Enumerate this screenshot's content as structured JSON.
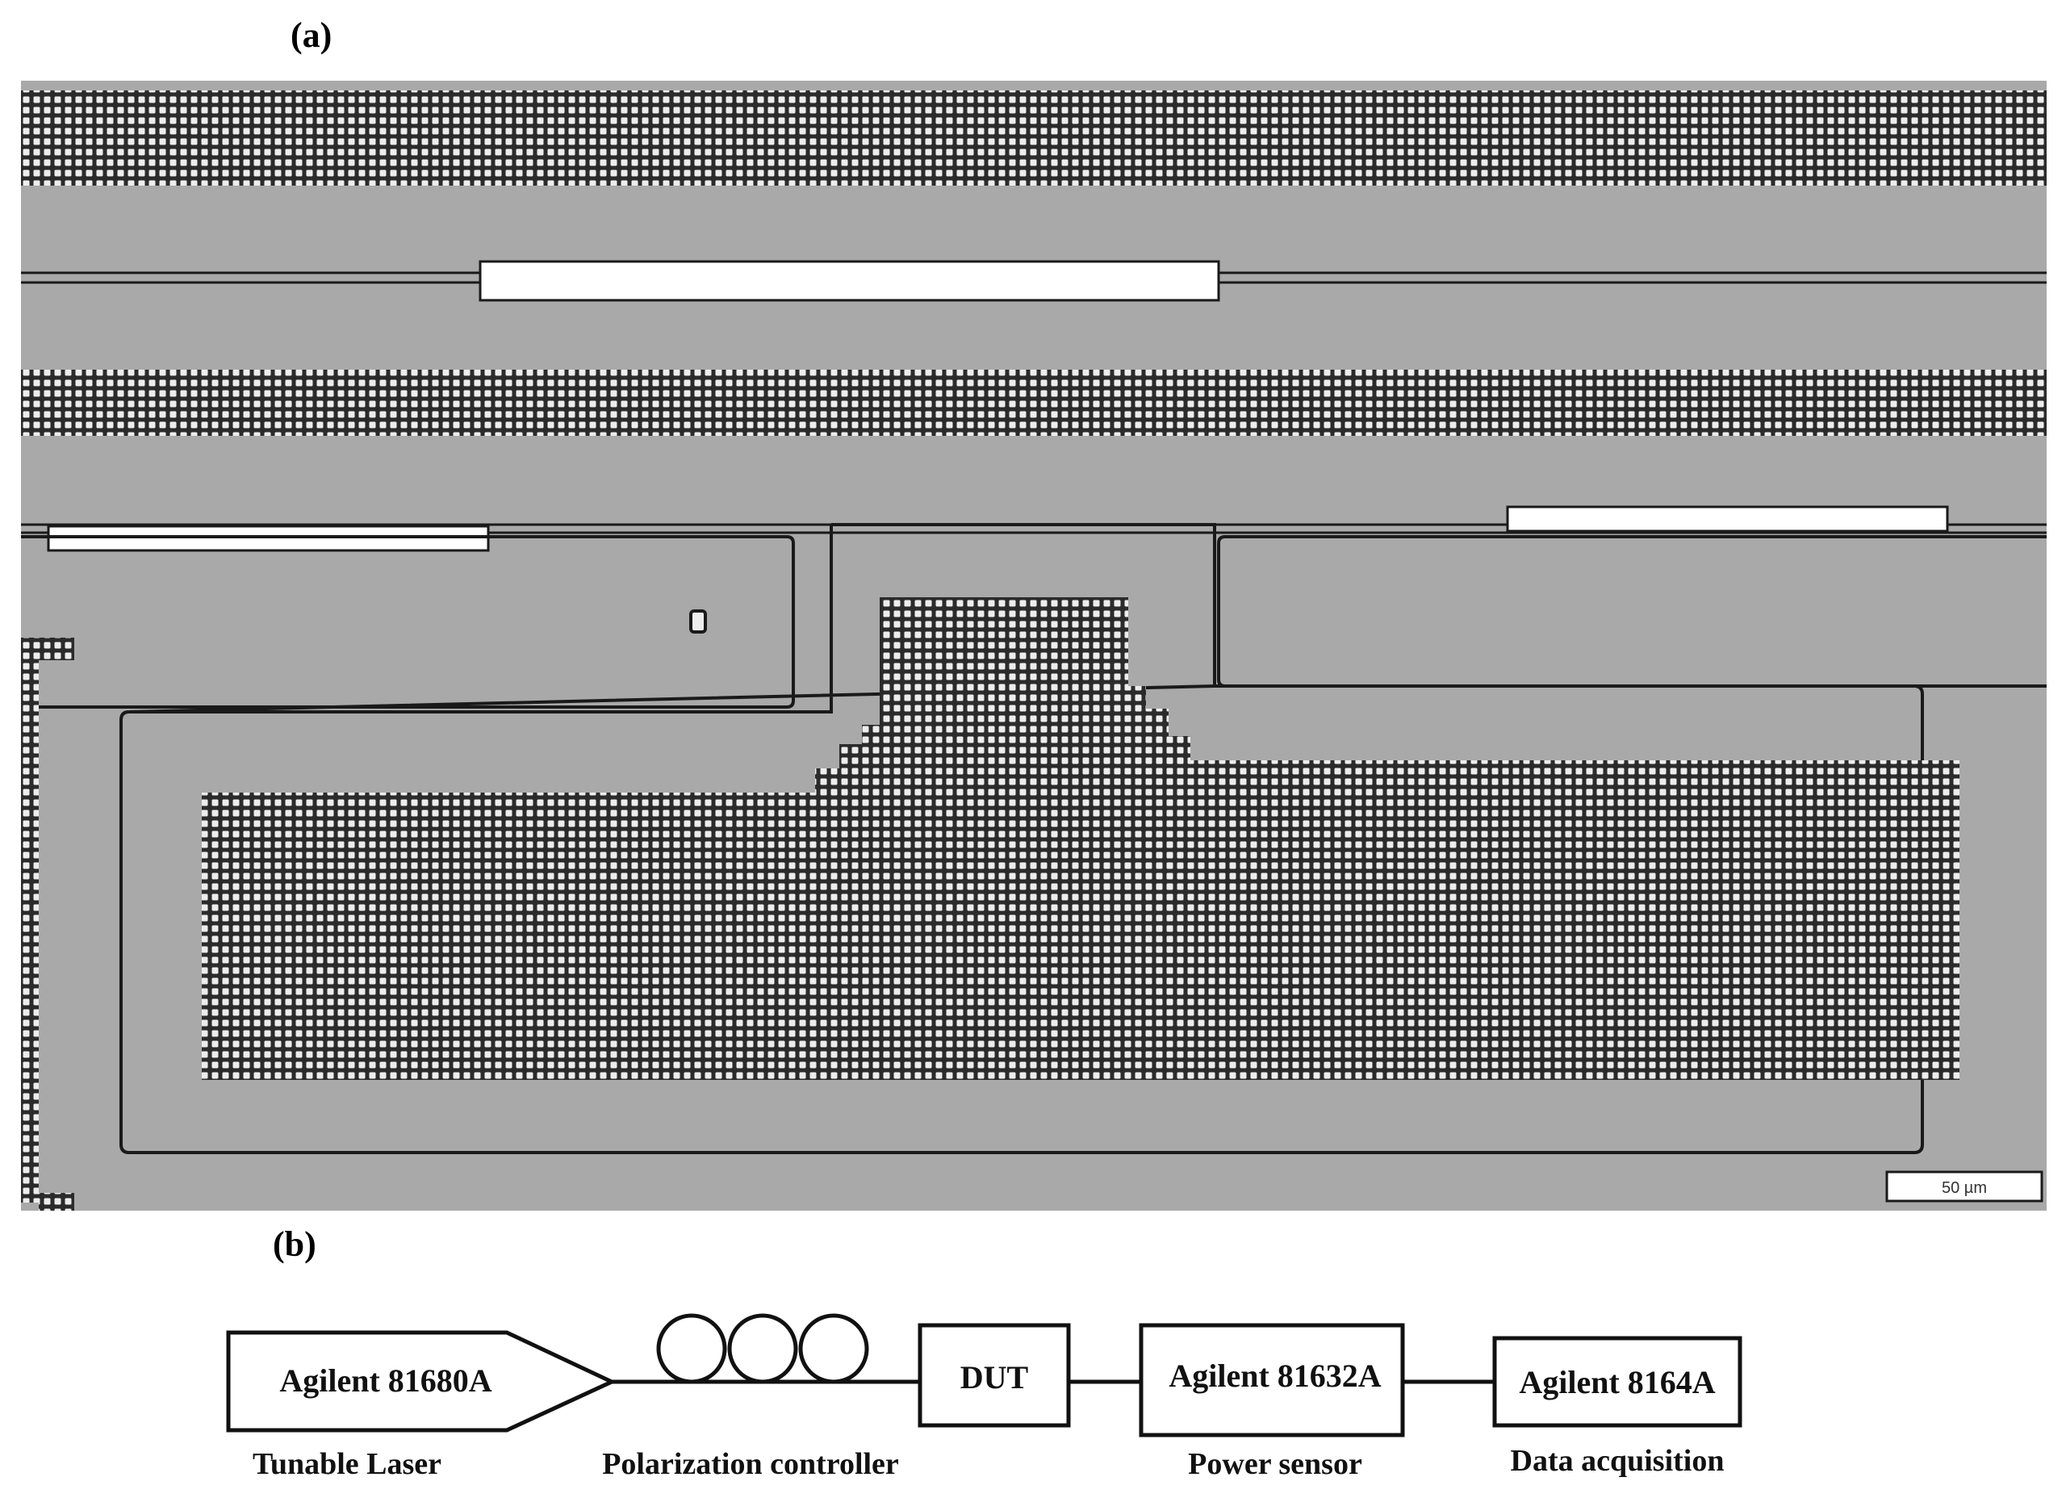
{
  "panel_a": {
    "label": "(a)",
    "scale_bar": "50 µm"
  },
  "panel_b": {
    "label": "(b)",
    "blocks": [
      {
        "id": "laser",
        "text": "Agilent 81680A",
        "caption": "Tunable Laser"
      },
      {
        "id": "polarization",
        "text": "",
        "caption": "Polarization controller"
      },
      {
        "id": "dut",
        "text": "DUT",
        "caption": ""
      },
      {
        "id": "sensor",
        "text": "Agilent 81632A",
        "caption": "Power sensor"
      },
      {
        "id": "daq",
        "text": "Agilent 8164A",
        "caption": "Data acquisition"
      }
    ]
  },
  "colors": {
    "substrate": "#a9a9a9",
    "pillar_dark": "#2b2b2b",
    "pillar_light": "#ededed",
    "waveguide_core": "#ffffff",
    "outline": "#1a1a1a"
  }
}
